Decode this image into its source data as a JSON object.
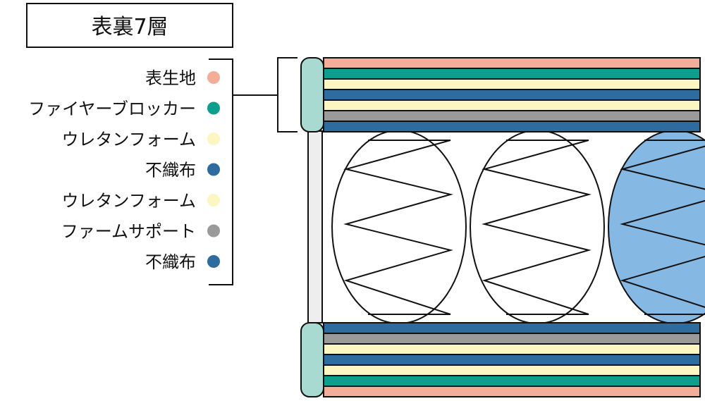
{
  "title": "表裏7層",
  "layers": [
    {
      "label": "表生地",
      "color": "#F2AE98"
    },
    {
      "label": "ファイヤーブロッカー",
      "color": "#0E9E8E"
    },
    {
      "label": "ウレタンフォーム",
      "color": "#FBF6C2"
    },
    {
      "label": "不織布",
      "color": "#2E6B9E"
    },
    {
      "label": "ウレタンフォーム",
      "color": "#FBF6C2"
    },
    {
      "label": "ファームサポート",
      "color": "#9A9A9A"
    },
    {
      "label": "不織布",
      "color": "#2E6B9E"
    }
  ],
  "colors": {
    "side_panel": "#A8DAD2",
    "spring_highlight": "#86B8E4",
    "outline": "#111111"
  }
}
